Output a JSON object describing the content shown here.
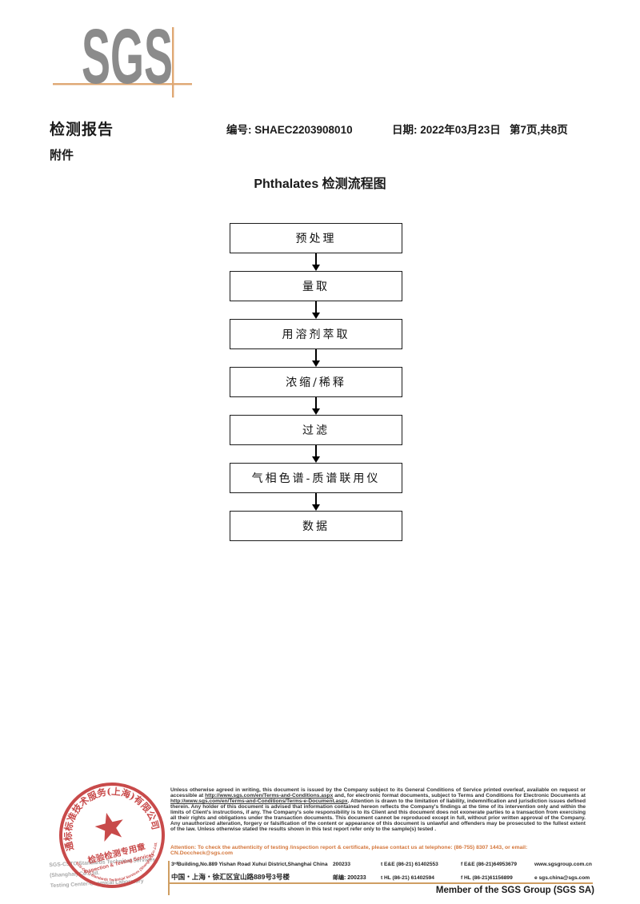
{
  "logo": {
    "text": "SGS"
  },
  "header": {
    "report_title": "检测报告",
    "report_no": "编号: SHAEC2203908010",
    "date": "日期: 2022年03月23日",
    "page": "第7页,共8页",
    "attachment": "附件"
  },
  "flowchart": {
    "title": "Phthalates 检测流程图",
    "steps": [
      {
        "label": "预处理"
      },
      {
        "label": "量取"
      },
      {
        "label": "用溶剂萃取"
      },
      {
        "label": "浓缩/稀释"
      },
      {
        "label": "过滤"
      },
      {
        "label": "气相色谱-质谱联用仪"
      },
      {
        "label": "数据"
      }
    ]
  },
  "stamp": {
    "ring_text_top": "通标标准技术服务(上海)有限公司",
    "ring_text_bottom": "SGS-CSTC Standards Technical Services (Shanghai) Co.,Ltd.",
    "line1": "检验检测专用章",
    "line2": "Inspection & Testing Services"
  },
  "company_lines": {
    "line1": "SGS-CSTC Standards Technical Services (Shanghai) Co.,Ltd.",
    "line2": "Testing Center-Chemical Laboratory"
  },
  "legal": {
    "part1": "Unless otherwise agreed in writing, this document is issued by the Company subject to its General Conditions of Service printed overleaf, available on request or accessible at ",
    "link1": "http://www.sgs.com/en/Terms-and-Conditions.aspx",
    "part2": " and, for electronic format documents, subject to Terms and Conditions for Electronic Documents at ",
    "link2": "http://www.sgs.com/en/Terms-and-Conditions/Terms-e-Document.aspx",
    "part3": ". Attention is drawn to the limitation of liability, indemnification and jurisdiction issues defined therein. Any holder of this document is advised that information contained hereon reflects the Company's findings at the time of its intervention only and within the limits of Client's instructions, if any. The Company's sole responsibility is to its Client and this document does not exonerate parties to a transaction from exercising all their rights and obligations under the transaction documents. This document cannot be reproduced except in full, without prior written approval of the Company. Any unauthorized alteration, forgery or falsification of the content or appearance of this document is unlawful and offenders may be prosecuted to the fullest extent of the law. Unless otherwise stated the results shown in this test report refer only to the sample(s) tested ."
  },
  "attention": {
    "text": "Attention: To check the authenticity of testing /inspection report & certificate, please contact us at telephone: (86-755) 8307 1443, or email: ",
    "email": "CN.Doccheck@sgs.com"
  },
  "address": {
    "row1": {
      "addr": "3ʳᵈBuilding,No.889 Yishan Road Xuhui District,Shanghai China",
      "postcode": "200233",
      "tel": "t E&E (86-21) 61402553",
      "fax": "f E&E (86-21)64953679",
      "web": "www.sgsgroup.com.cn"
    },
    "row2": {
      "addr": "中国・上海・徐汇区宜山路889号3号楼",
      "postcode": "邮编: 200233",
      "tel": "t HL (86-21) 61402594",
      "fax": "f HL (86-21)61156899",
      "web": "e  sgs.china@sgs.com"
    }
  },
  "footer": {
    "member": "Member of the SGS Group (SGS SA)"
  },
  "colors": {
    "logo_gray": "#8b8b8b",
    "line_tan": "#cf9e62",
    "stamp_red": "#c43b3b",
    "attention_orange": "#d4763b"
  }
}
